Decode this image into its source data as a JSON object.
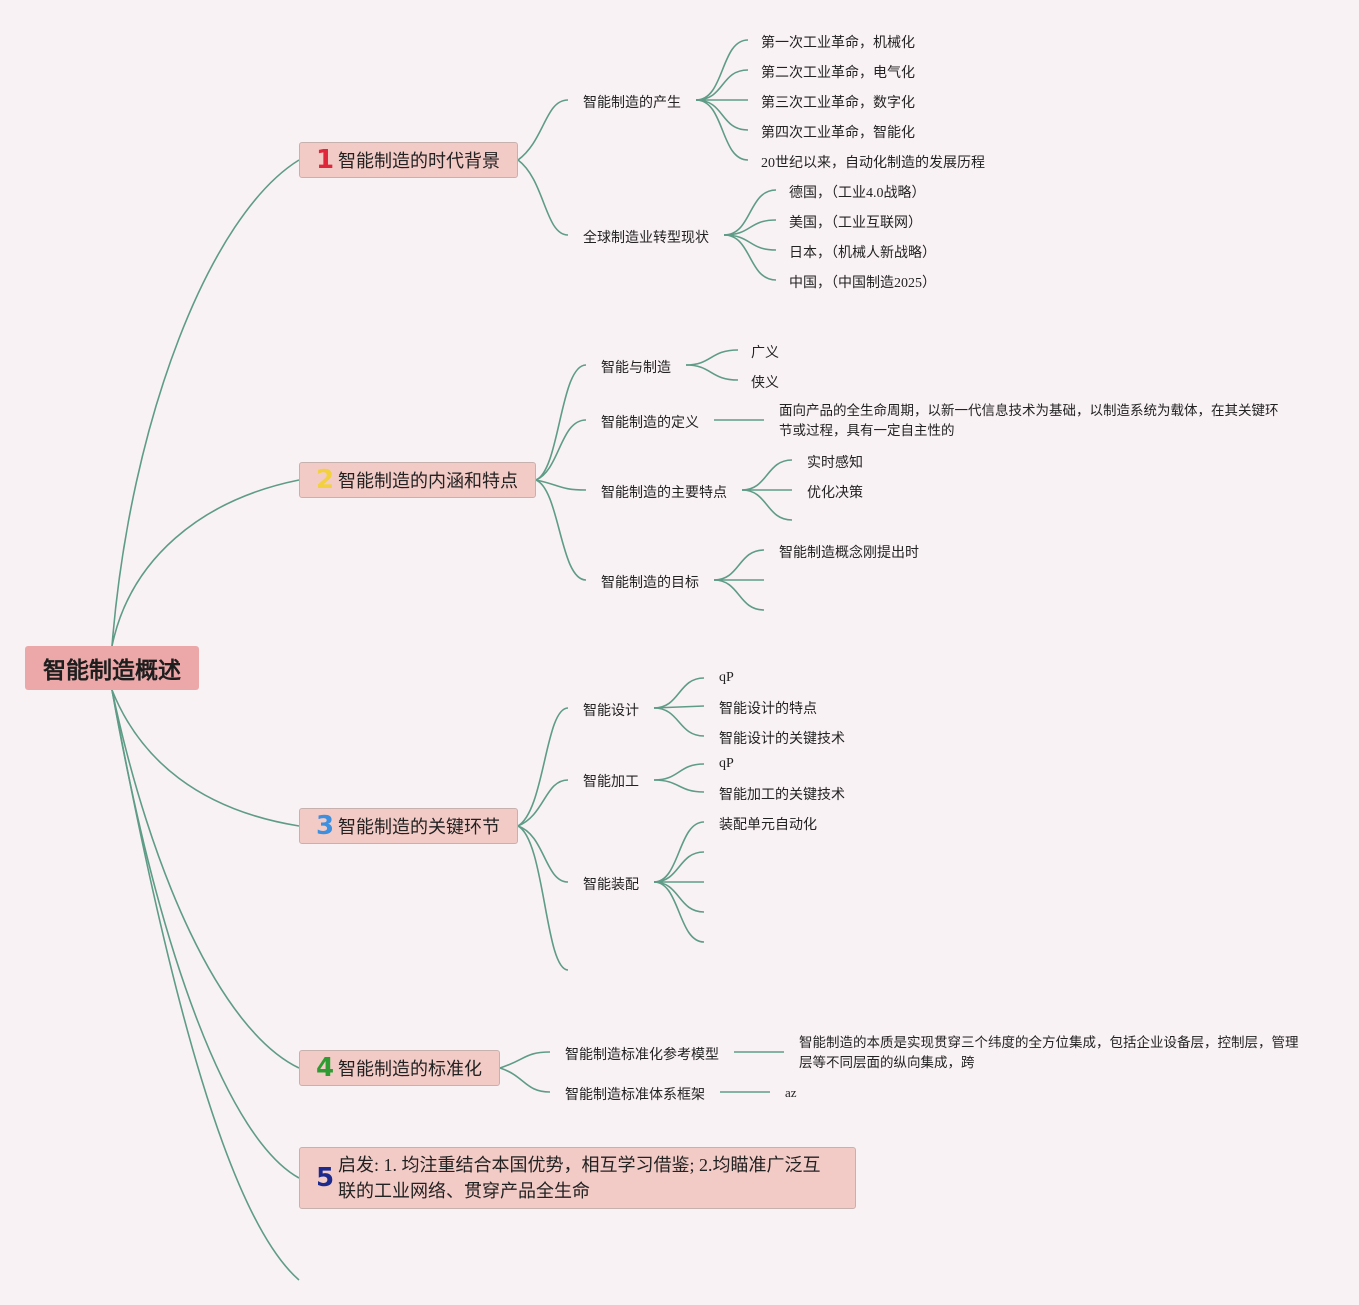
{
  "root": "智能制造概述",
  "colors": {
    "background": "#f9f2f4",
    "root_fill": "#eca8a8",
    "topic_fill": "#f3cbc6",
    "link": "#5e9c88",
    "num1": "#e0263a",
    "num2": "#f2d13c",
    "num3": "#3d8fe0",
    "num4": "#2f9c33",
    "num5": "#1b2a8c"
  },
  "topics": [
    {
      "num": "1",
      "num_icon": "digit-1-icon",
      "title": "智能制造的时代背景",
      "children": [
        {
          "label": "智能制造的产生",
          "children": [
            "第一次工业革命，机械化",
            "第二次工业革命，电气化",
            "第三次工业革命，数字化",
            "第四次工业革命，智能化",
            "20世纪以来，自动化制造的发展历程"
          ]
        },
        {
          "label": "全球制造业转型现状",
          "children": [
            "德国，（工业4.0战略）",
            "美国，（工业互联网）",
            "日本，（机械人新战略）",
            "中国，（中国制造2025）"
          ]
        }
      ]
    },
    {
      "num": "2",
      "num_icon": "digit-2-icon",
      "title": "智能制造的内涵和特点",
      "children": [
        {
          "label": "智能与制造",
          "children": [
            "广义",
            "侠义"
          ]
        },
        {
          "label": "智能制造的定义",
          "children": [
            "面向产品的全生命周期，以新一代信息技术为基础，以制造系统为载体，在其关键环节或过程，具有一定自主性的"
          ]
        },
        {
          "label": "智能制造的主要特点",
          "children": [
            "实时感知",
            "优化决策",
            ""
          ]
        },
        {
          "label": "智能制造的目标",
          "children": [
            "智能制造概念刚提出时",
            "",
            ""
          ]
        }
      ]
    },
    {
      "num": "3",
      "num_icon": "digit-3-icon",
      "title": "智能制造的关键环节",
      "children": [
        {
          "label": "智能设计",
          "children": [
            "qP",
            "智能设计的特点",
            "智能设计的关键技术"
          ]
        },
        {
          "label": "智能加工",
          "children": [
            "qP",
            "智能加工的关键技术"
          ]
        },
        {
          "label": "智能装配",
          "children": [
            "装配单元自动化",
            "",
            "",
            "",
            ""
          ]
        },
        {
          "label": "",
          "children": []
        }
      ]
    },
    {
      "num": "4",
      "num_icon": "digit-4-icon",
      "title": "智能制造的标准化",
      "children": [
        {
          "label": "智能制造标准化参考模型",
          "children": [
            "智能制造的本质是实现贯穿三个纬度的全方位集成，包括企业设备层，控制层，管理层等不同层面的纵向集成，跨"
          ]
        },
        {
          "label": "智能制造标准体系框架",
          "children": [
            "az"
          ]
        }
      ]
    },
    {
      "num": "5",
      "num_icon": "digit-5-icon",
      "title": "启发: 1. 均注重结合本国优势，相互学习借鉴; 2.均瞄准广泛互联的工业网络、贯穿产品全生命"
    }
  ]
}
